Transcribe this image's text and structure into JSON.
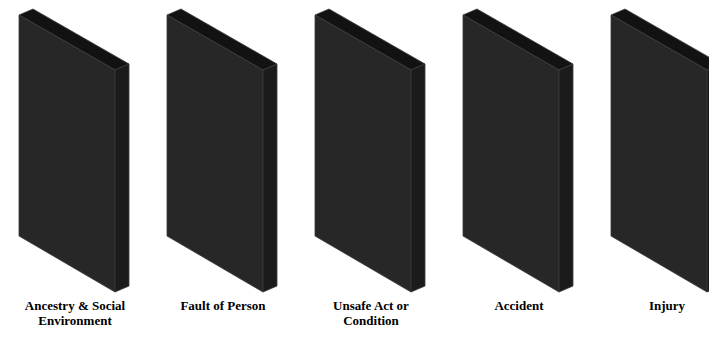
{
  "diagram": {
    "nodes": [
      {
        "text": [
          "Ancestry & Social Environment"
        ]
      },
      {
        "text": [
          "Fault of Person"
        ]
      },
      {
        "text": [
          "Unsafe Act or Condition"
        ]
      },
      {
        "text": [
          "Accident"
        ]
      },
      {
        "text": [
          "Injury"
        ]
      }
    ]
  }
}
